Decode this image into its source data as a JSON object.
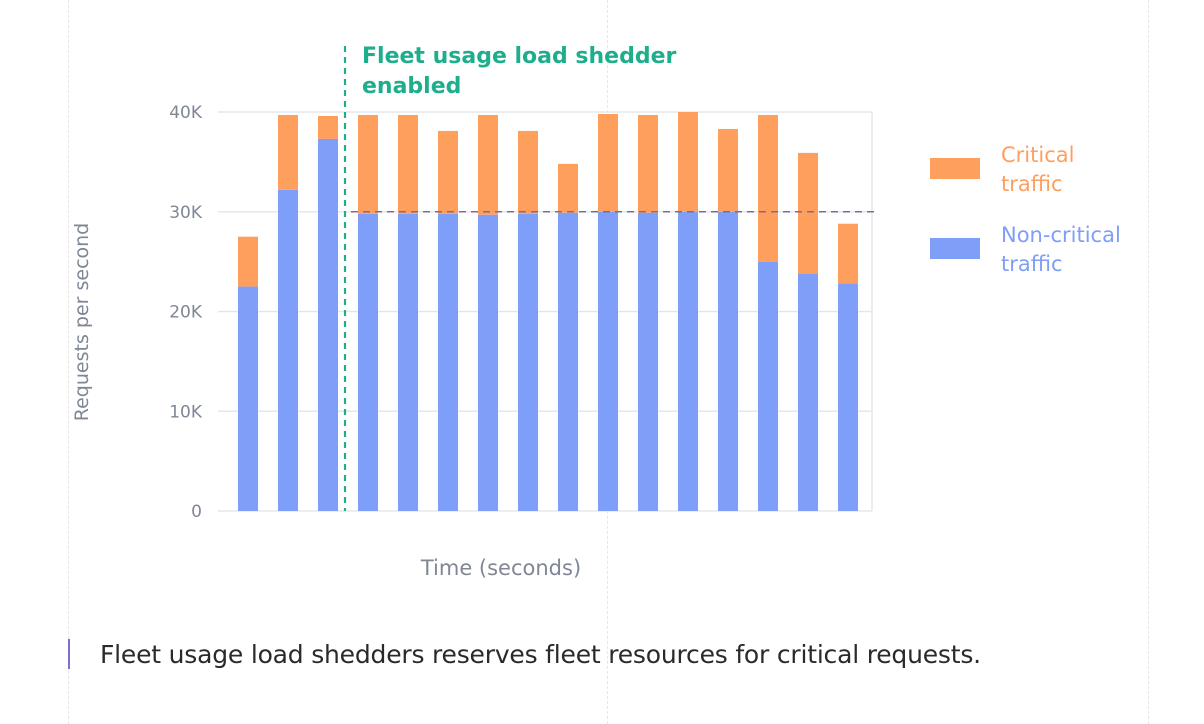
{
  "chart_data": {
    "type": "bar",
    "stacked": true,
    "categories": [
      "",
      "",
      "",
      "",
      "",
      "",
      "",
      "",
      "",
      "",
      "",
      "",
      "",
      "",
      "",
      ""
    ],
    "series": [
      {
        "name": "Non-critical traffic",
        "color": "#7f9ef7",
        "values": [
          22500,
          32200,
          37300,
          29800,
          29800,
          29800,
          29700,
          29800,
          29900,
          30000,
          29900,
          30000,
          30000,
          25000,
          23800,
          22800
        ]
      },
      {
        "name": "Critical traffic",
        "color": "#ff9f5e",
        "values": [
          5000,
          7500,
          2300,
          9900,
          9900,
          8300,
          10000,
          8300,
          4900,
          9800,
          9800,
          10000,
          8300,
          14700,
          12100,
          6000
        ]
      }
    ],
    "series_labels": [
      [
        "Critical",
        "traffic"
      ],
      [
        "Non-critical",
        "traffic"
      ]
    ],
    "title": "",
    "xlabel": "Time (seconds)",
    "ylabel": "Requests per second",
    "ylim": [
      0,
      40000
    ],
    "yticks": [
      0,
      10000,
      20000,
      30000,
      40000
    ],
    "ytick_labels": [
      "0",
      "10K",
      "20K",
      "30K",
      "40K"
    ],
    "grid": true,
    "legend": "right",
    "annotation": {
      "text_lines": [
        "Fleet usage load shedder",
        "enabled"
      ],
      "after_index": 2,
      "color": "#1fae8c"
    },
    "reference_line": {
      "y": 30000,
      "color": "#7e6a9c"
    }
  },
  "caption": "Fleet usage load shedders reserves fleet resources for critical requests.",
  "colors": {
    "axis_text": "#7f8795",
    "grid": "#e5e7ea",
    "caption_accent": "#7b6fd0"
  }
}
